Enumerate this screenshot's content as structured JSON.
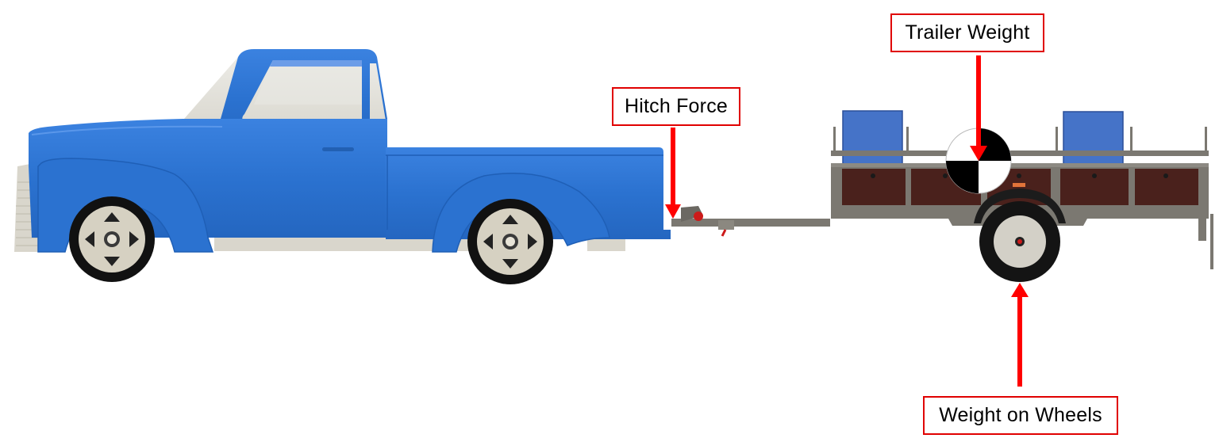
{
  "diagram": {
    "labels": {
      "hitch_force": "Hitch Force",
      "trailer_weight": "Trailer Weight",
      "weight_on_wheels": "Weight on Wheels"
    },
    "colors": {
      "truck_body": "#2b72d0",
      "truck_trim": "#d9d6cc",
      "trailer_frame": "#7b7871",
      "trailer_panels": "#4a211c",
      "trailer_boxes": "#4573c8",
      "arrow": "#ff0000",
      "label_border": "#e00000",
      "tire": "#111111",
      "hubcap": "#d6d1c2"
    },
    "arrows": [
      {
        "name": "hitch-force-arrow",
        "direction": "down"
      },
      {
        "name": "trailer-weight-arrow",
        "direction": "down"
      },
      {
        "name": "weight-on-wheels-arrow",
        "direction": "up"
      }
    ],
    "icons": {
      "center_of_gravity": "center-of-gravity-marker"
    }
  }
}
